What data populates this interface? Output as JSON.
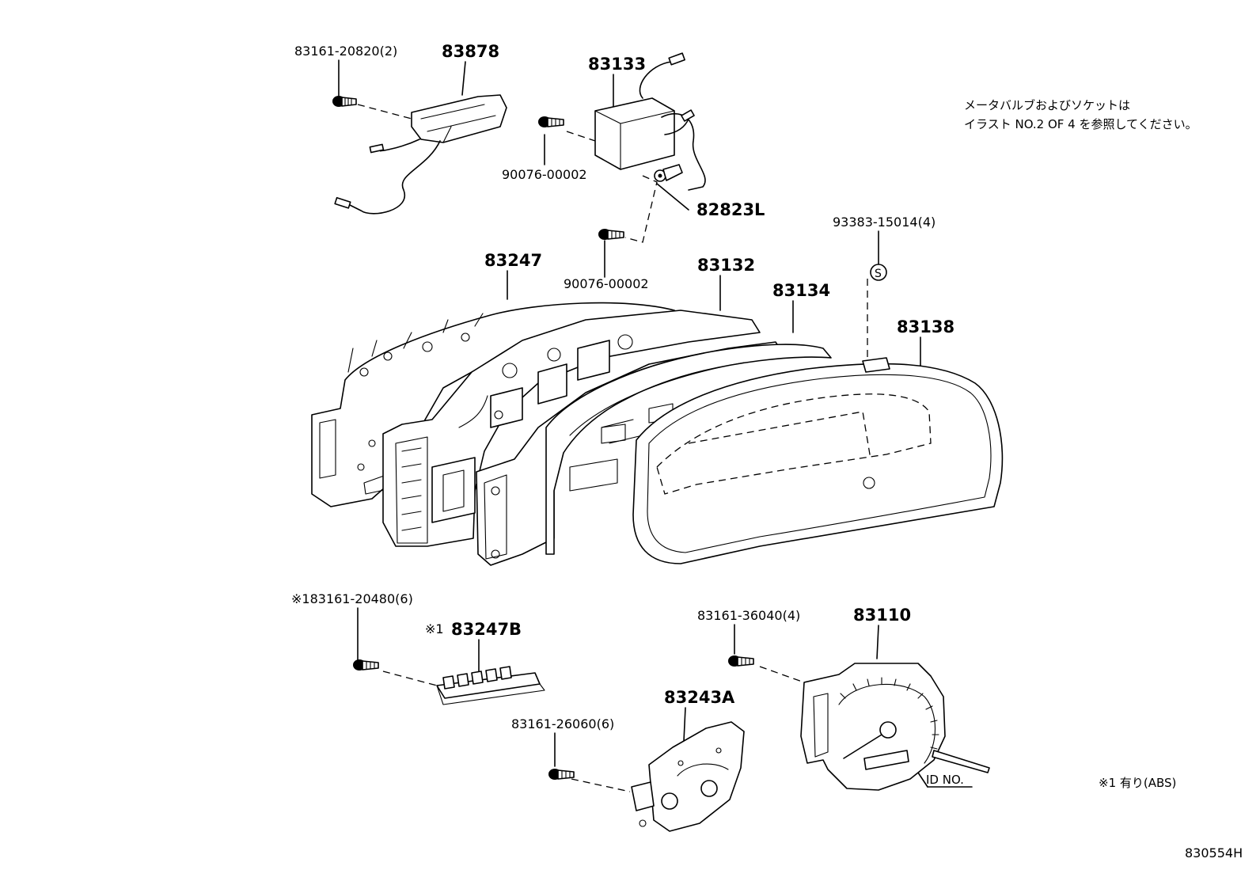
{
  "diagram": {
    "doc_id": "830554H",
    "note_line1": "メータバルブおよびソケットは",
    "note_line2": "イラスト NO.2 OF 4 を参照してください。",
    "footnote": "※1 有り(ABS)",
    "id_label": "ID NO.",
    "s_symbol": "S",
    "labels": {
      "p83161_20820": "83161-20820(2)",
      "p83878": "83878",
      "p83133": "83133",
      "p90076_a": "90076-00002",
      "p82823l": "82823L",
      "p90076_b": "90076-00002",
      "p93383": "93383-15014(4)",
      "p83247": "83247",
      "p83132": "83132",
      "p83134": "83134",
      "p83138": "83138",
      "p83161_20480": "※183161-20480(6)",
      "p83247b_mark": "※1",
      "p83247b": "83247B",
      "p83161_36040": "83161-36040(4)",
      "p83110": "83110",
      "p83243a": "83243A",
      "p83161_26060": "83161-26060(6)"
    }
  }
}
